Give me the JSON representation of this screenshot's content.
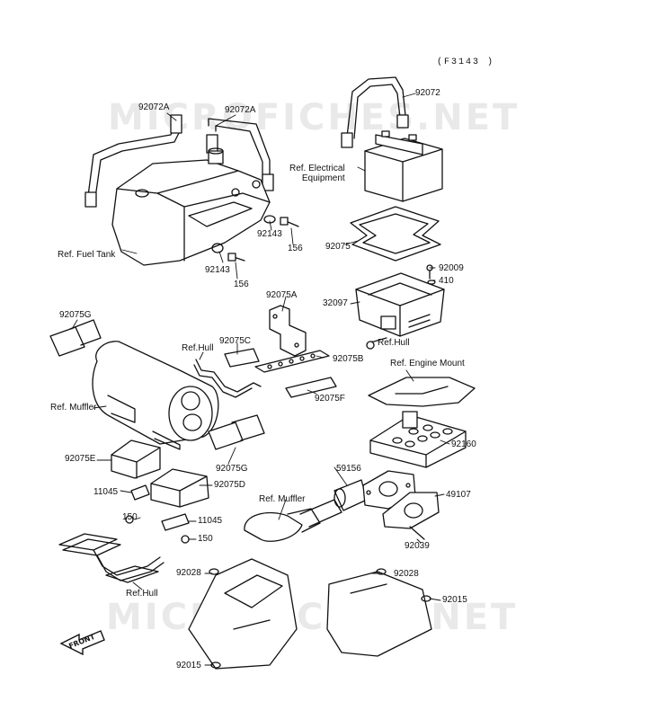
{
  "figure_code": "(F3143 )",
  "watermarks": [
    "MICROFICHES.NET",
    "MICROFICHES.NET"
  ],
  "front_label": "FRONT",
  "labels": {
    "l92072A_1": "92072A",
    "l92072A_2": "92072A",
    "l92072": "92072",
    "lRefElec": "Ref. Electrical\nEquipment",
    "lRefFuel": "Ref. Fuel Tank",
    "l92143_1": "92143",
    "l156_1": "156",
    "l92143_2": "92143",
    "l156_2": "156",
    "l92075": "92075",
    "l92009": "92009",
    "l410": "410",
    "l32097": "32097",
    "l92075A": "92075A",
    "lRefHull1": "Ref.Hull",
    "l92075G_1": "92075G",
    "lRefHull2": "Ref.Hull",
    "l92075C": "92075C",
    "l92075B": "92075B",
    "lRefEngine": "Ref. Engine Mount",
    "lRefMuffler1": "Ref. Muffler",
    "l92075F": "92075F",
    "l92160": "92160",
    "l92075E": "92075E",
    "l92075G_2": "92075G",
    "l59156": "59156",
    "l11045_1": "11045",
    "l92075D": "92075D",
    "lRefMuffler2": "Ref. Muffler",
    "l49107": "49107",
    "l150_1": "150",
    "l11045_2": "11045",
    "l150_2": "150",
    "l92039": "92039",
    "l92028_1": "92028",
    "l92028_2": "92028",
    "lRefHull3": "Ref.Hull",
    "l92015_1": "92015",
    "l92015_2": "92015"
  }
}
